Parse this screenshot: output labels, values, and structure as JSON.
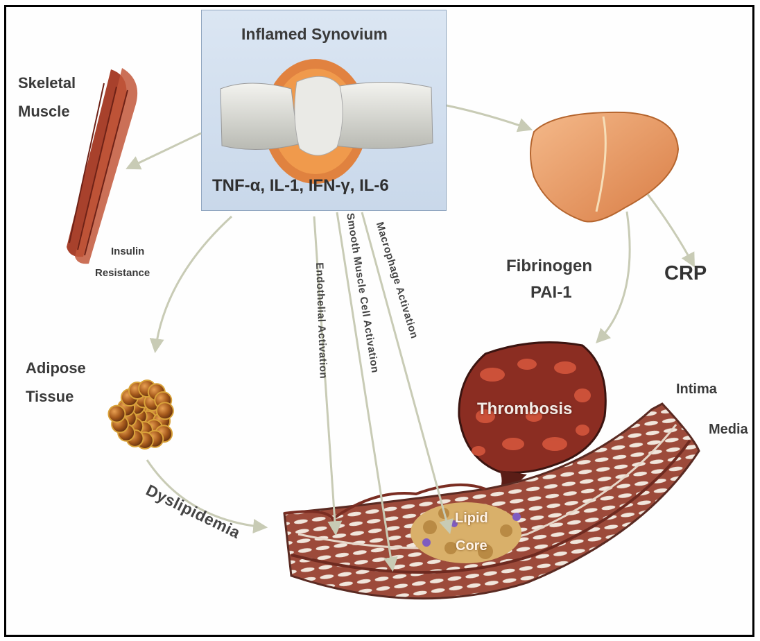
{
  "synovium": {
    "title": "Inflamed Synovium",
    "cytokines": "TNF-α, IL-1, IFN-γ, IL-6"
  },
  "muscle": {
    "label_line1": "Skeletal",
    "label_line2": "Muscle",
    "effect_line1": "Insulin",
    "effect_line2": "Resistance"
  },
  "adipose": {
    "label_line1": "Adipose",
    "label_line2": "Tissue",
    "effect": "Dyslipidemia"
  },
  "liver": {
    "products_line1": "Fibrinogen",
    "products_line2": "PAI-1",
    "crp": "CRP"
  },
  "pathways": {
    "endothelial": "Endothelial Activation",
    "smooth_muscle": "Smooth Muscle Cell Activation",
    "macrophage": "Macrophage Activation"
  },
  "vessel": {
    "thrombosis": "Thrombosis",
    "intima": "Intima",
    "media": "Media",
    "lipid_line1": "Lipid",
    "lipid_line2": "Core"
  },
  "colors": {
    "box_bg": "#cfdcec",
    "arrow": "#c8cbb5",
    "muscle": "#a8412c",
    "liver": "#e39a62",
    "fat": "#b5651d",
    "thrombus": "#8b2d22",
    "vessel": "#8e3b2e"
  }
}
